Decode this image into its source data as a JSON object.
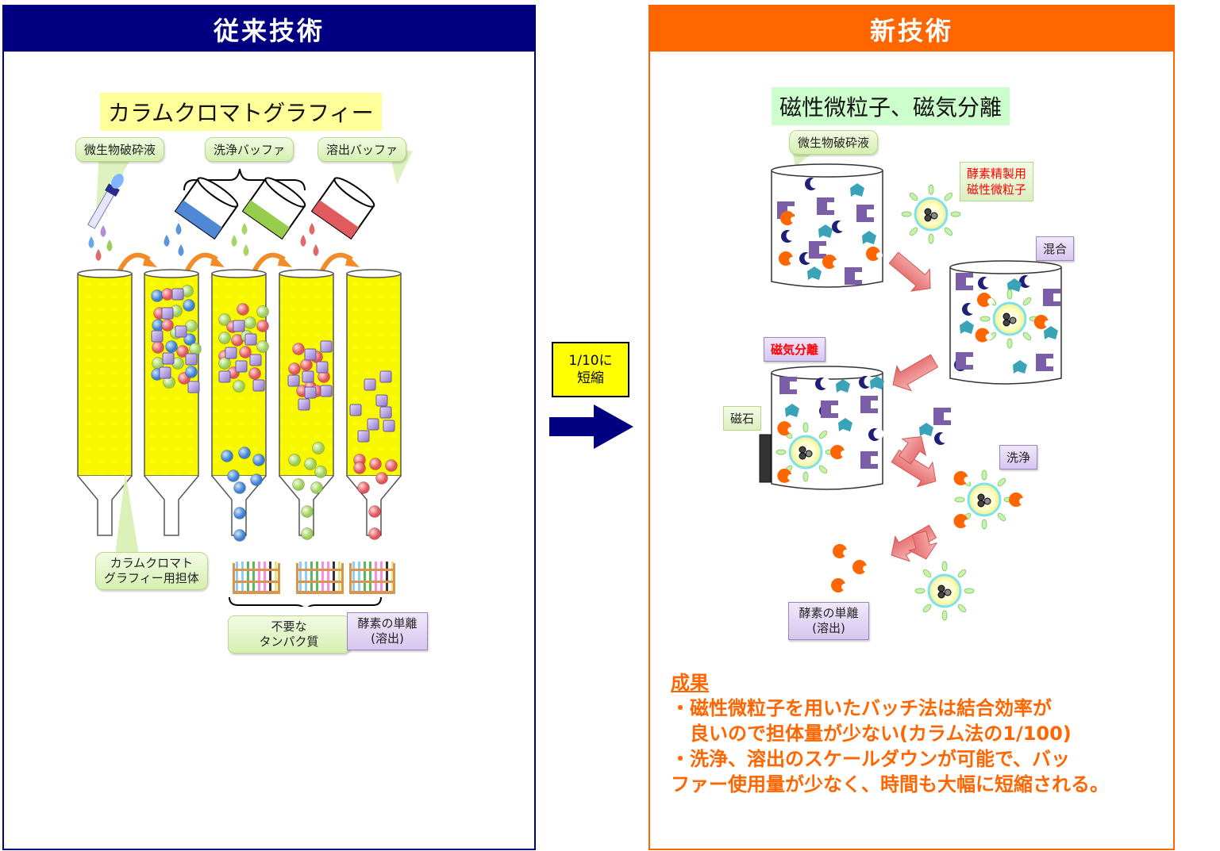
{
  "left_panel": {
    "header": "従来技術",
    "title": "カラムクロマトグラフィー",
    "title_bg": "#ffff99",
    "callouts": {
      "lysate": "微生物破砕液",
      "wash_buffer": "洗浄バッファ",
      "elution_buffer": "溶出バッファ",
      "carrier_line1": "カラムクロマト",
      "carrier_line2": "グラフィー用担体",
      "unwanted_line1": "不要な",
      "unwanted_line2": "タンパク質"
    },
    "isolation_tag": {
      "line1": "酵素の単離",
      "line2": "(溶出)"
    },
    "column_count": 5,
    "colors": {
      "header": "#000080",
      "resin": "#ffff00",
      "arrow": "#f28c28"
    }
  },
  "middle": {
    "label_line1": "1/10に",
    "label_line2": "短縮",
    "arrow_color": "#000080"
  },
  "right_panel": {
    "header": "新技術",
    "title": "磁性微粒子、磁気分離",
    "title_bg": "#ccffcc",
    "callouts": {
      "lysate": "微生物破砕液",
      "magnetic_particle_line1": "酵素精製用",
      "magnetic_particle_line2": "磁性微粒子",
      "magnet": "磁石"
    },
    "tags": {
      "mix": "混合",
      "magnetic_separation": "磁気分離",
      "wash": "洗浄",
      "isolation_line1": "酵素の単離",
      "isolation_line2": "(溶出)"
    },
    "results": {
      "heading": "成果",
      "lines": [
        "・磁性微粒子を用いたバッチ法は結合効率が",
        "　良いので担体量が少ない(カラム法の1/100)",
        "・洗浄、溶出のスケールダウンが可能で、バッ",
        " ファー使用量が少なく、時間も大幅に短縮される。"
      ]
    },
    "colors": {
      "header": "#ff6600",
      "results_text": "#ff6600",
      "separation_text": "#ff0000",
      "particle_label_text": "#ff0000"
    }
  }
}
